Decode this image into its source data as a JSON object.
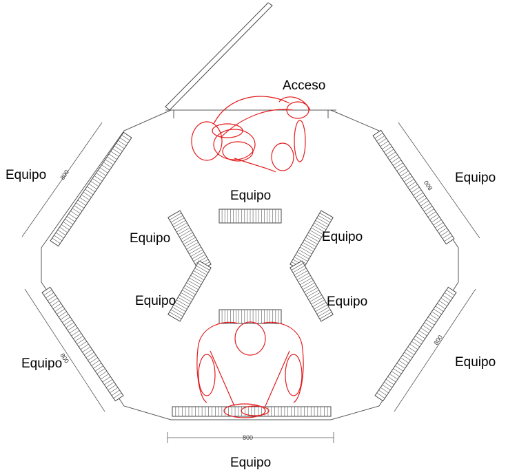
{
  "labels": {
    "access": "Acceso",
    "equipment": "Equipo",
    "dimension": "800"
  },
  "colors": {
    "figure": "#e31a1c",
    "linework": "#555555"
  }
}
